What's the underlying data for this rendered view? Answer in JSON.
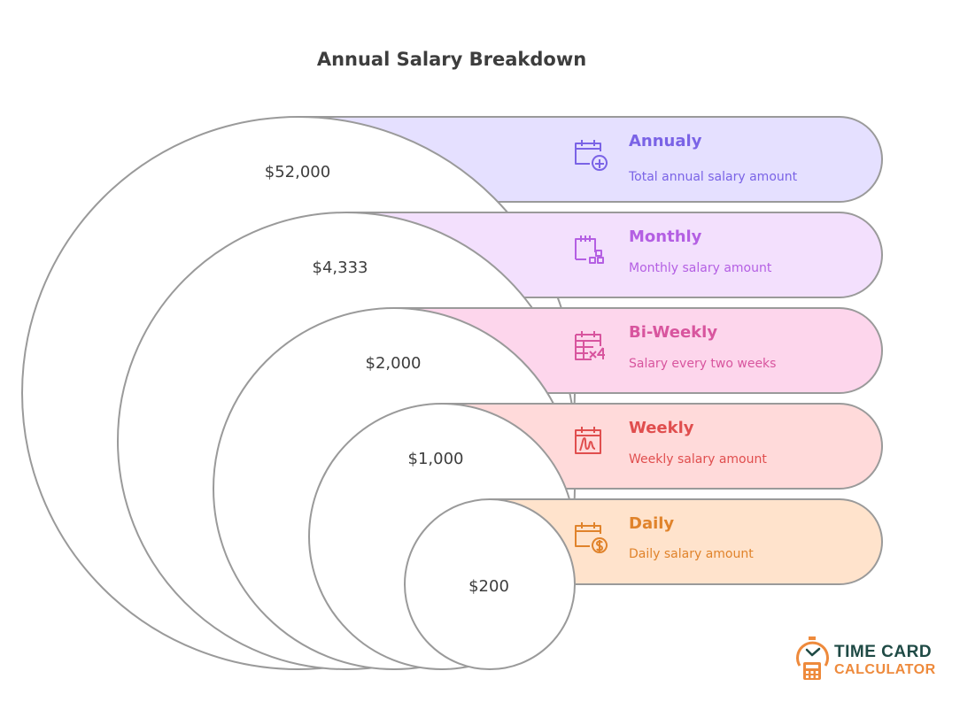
{
  "title": "Annual Salary Breakdown",
  "tiers": [
    {
      "name": "Annualy",
      "description": "Total annual salary amount",
      "value": "$52,000",
      "icon": "calendar-plus-icon",
      "fill": "#e5e0ff",
      "color": "#7a63e6"
    },
    {
      "name": "Monthly",
      "description": "Monthly salary amount",
      "value": "$4,333",
      "icon": "calendar-blocks-icon",
      "fill": "#f3e0fd",
      "color": "#b45fe3"
    },
    {
      "name": "Bi-Weekly",
      "description": "Salary every two weeks",
      "value": "$2,000",
      "icon": "calendar-x4-icon",
      "fill": "#fdd6ec",
      "color": "#d8559e"
    },
    {
      "name": "Weekly",
      "description": "Weekly salary amount",
      "value": "$1,000",
      "icon": "calendar-signature-icon",
      "fill": "#ffdada",
      "color": "#e04e4e"
    },
    {
      "name": "Daily",
      "description": "Daily salary amount",
      "value": "$200",
      "icon": "calendar-dollar-icon",
      "fill": "#ffe3cc",
      "color": "#e0832b"
    }
  ],
  "logo": {
    "line1": "TIME CARD",
    "line2": "CALCULATOR"
  }
}
